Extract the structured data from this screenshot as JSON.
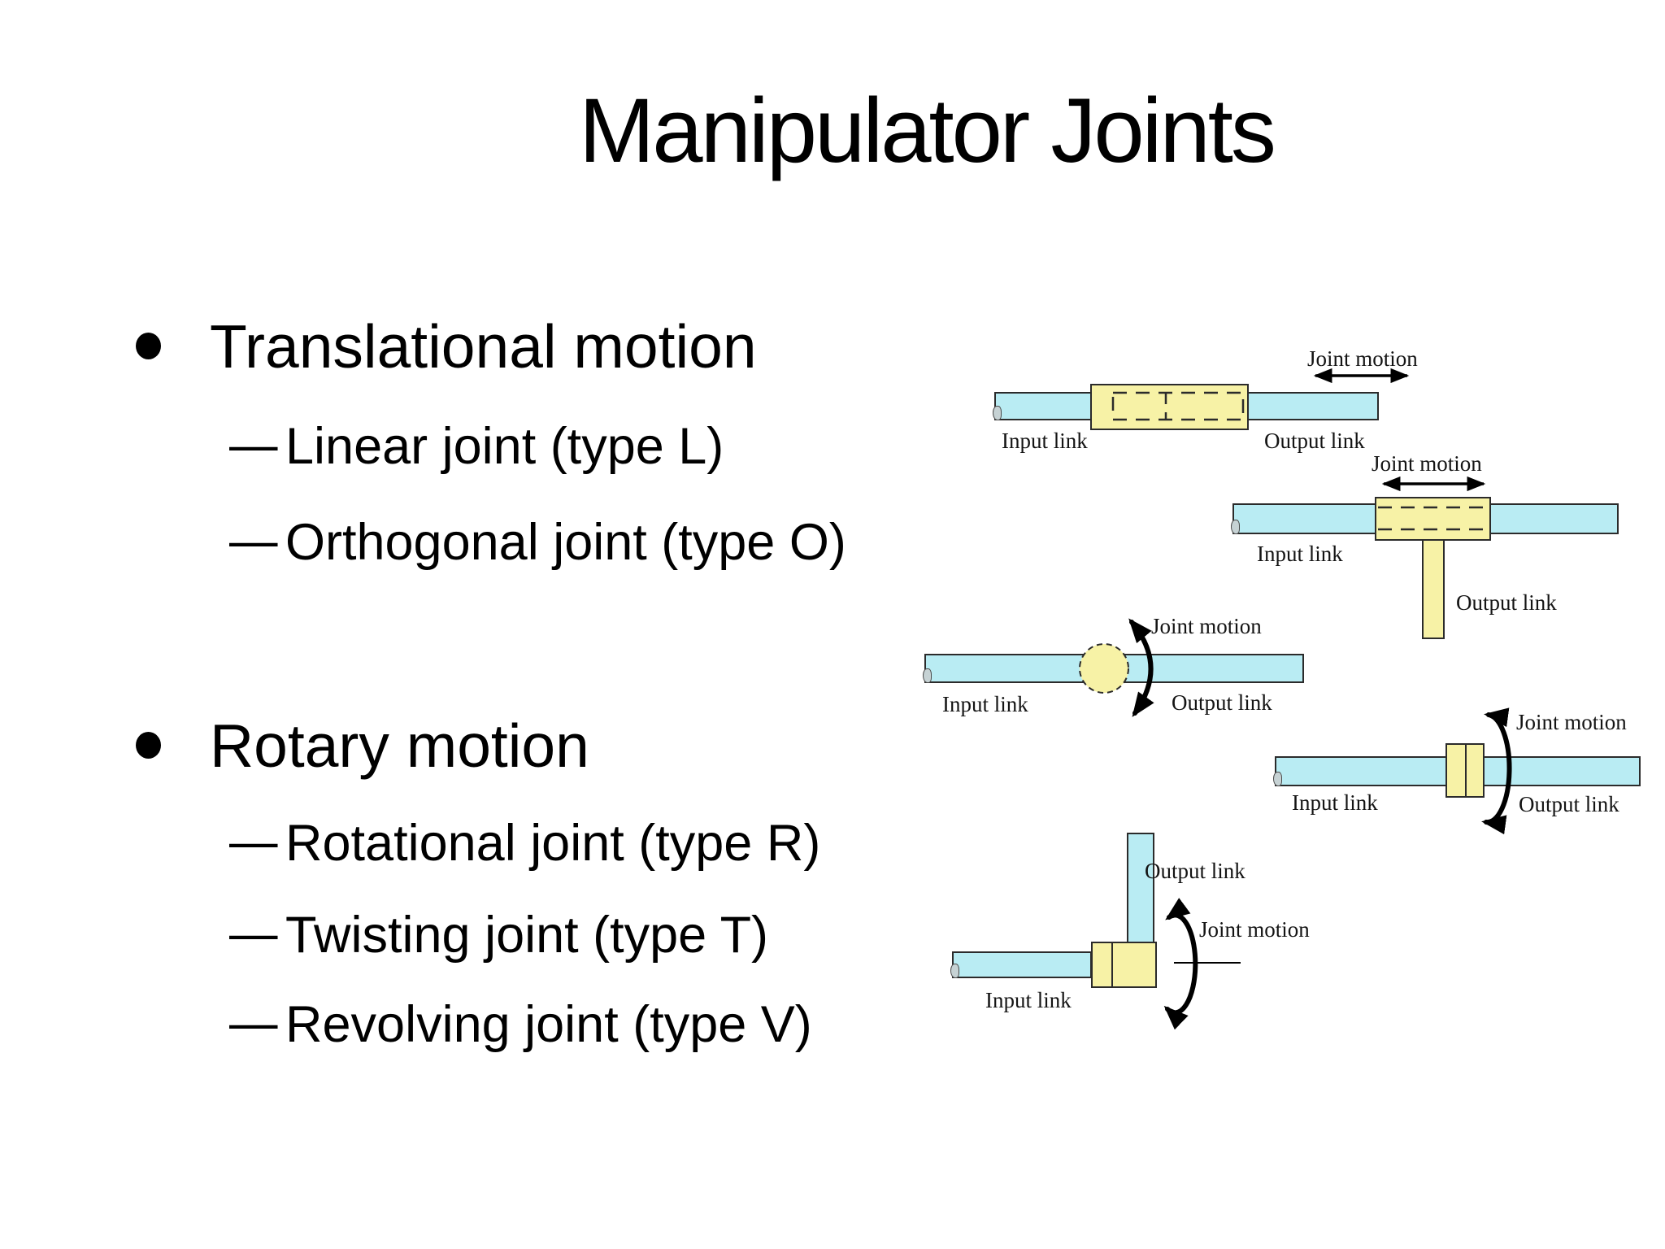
{
  "slide": {
    "title": "Manipulator Joints",
    "background": "#ffffff"
  },
  "colors": {
    "link_fill": "#b9ecf3",
    "joint_fill": "#f7f2a6",
    "outline": "#2b2b2b",
    "text": "#000000"
  },
  "bullets": [
    {
      "level": 1,
      "marker": "•",
      "text": "Translational motion"
    },
    {
      "level": 2,
      "marker": "–",
      "text": "Linear joint (type L)"
    },
    {
      "level": 2,
      "marker": "–",
      "text": "Orthogonal joint (type O)"
    },
    {
      "level": 1,
      "marker": "•",
      "text": "Rotary motion"
    },
    {
      "level": 2,
      "marker": "–",
      "text": "Rotational joint (type R)"
    },
    {
      "level": 2,
      "marker": "–",
      "text": "Twisting joint (type T)"
    },
    {
      "level": 2,
      "marker": "–",
      "text": "Revolving joint (type V)"
    }
  ],
  "diagrams": [
    {
      "name": "linear-joint-type-L",
      "labels": {
        "joint_motion": "Joint motion",
        "input_link": "Input link",
        "output_link": "Output link"
      }
    },
    {
      "name": "orthogonal-joint-type-O",
      "labels": {
        "joint_motion": "Joint motion",
        "input_link": "Input link",
        "output_link": "Output link"
      }
    },
    {
      "name": "rotational-joint-type-R",
      "labels": {
        "joint_motion": "Joint motion",
        "input_link": "Input link",
        "output_link": "Output link"
      }
    },
    {
      "name": "twisting-joint-type-T",
      "labels": {
        "joint_motion": "Joint motion",
        "input_link": "Input link",
        "output_link": "Output link"
      }
    },
    {
      "name": "revolving-joint-type-V",
      "labels": {
        "joint_motion": "Joint motion",
        "input_link": "Input link",
        "output_link": "Output link"
      }
    }
  ]
}
